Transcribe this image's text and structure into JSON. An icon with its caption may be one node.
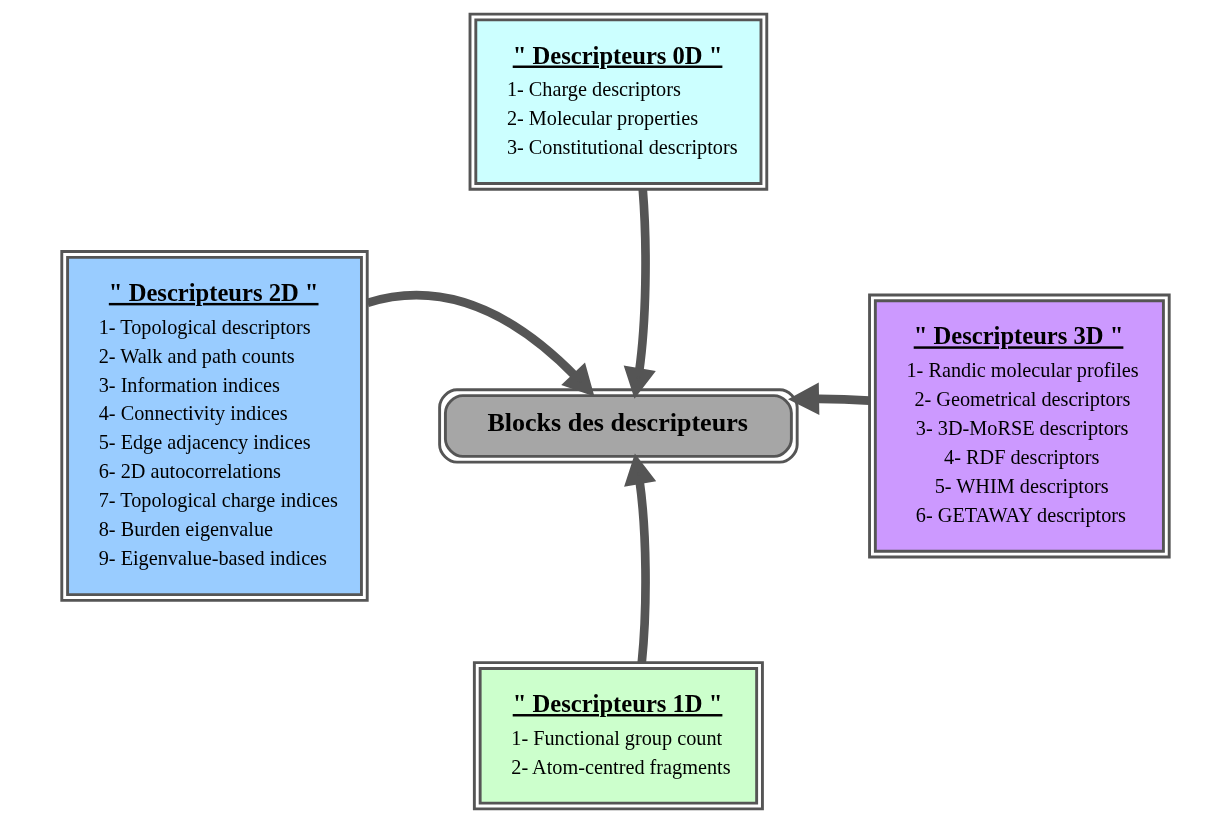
{
  "diagram": {
    "nodes": [
      {
        "text": [
          "Blocks des descripteurs"
        ]
      },
      {
        "text": [
          "\" Descripteurs 0D \"",
          "1- Charge descriptors",
          "2- Molecular properties",
          "3- Constitutional descriptors"
        ]
      },
      {
        "text": [
          "\" Descripteurs 2D \"",
          "1- Topological descriptors",
          "2- Walk and path counts",
          "3- Information indices",
          "4- Connectivity indices",
          "5- Edge adjacency indices",
          "6- 2D autocorrelations",
          "7- Topological charge indices",
          "8- Burden eigenvalue",
          "9- Eigenvalue-based indices"
        ]
      },
      {
        "text": [
          "\" Descripteurs 3D \"",
          "1- Randic molecular profiles",
          "2- Geometrical descriptors",
          "3- 3D-MoRSE descriptors",
          "4- RDF descriptors",
          "5- WHIM descriptors",
          "6- GETAWAY descriptors"
        ]
      },
      {
        "text": [
          "\" Descripteurs 1D \"",
          "1- Functional group count",
          "2- Atom-centred fragments"
        ]
      }
    ],
    "edges": [
      {
        "from": 1,
        "to": 0,
        "arrow": "to"
      },
      {
        "from": 2,
        "to": 0,
        "arrow": "to"
      },
      {
        "from": 3,
        "to": 0,
        "arrow": "to"
      },
      {
        "from": 4,
        "to": 0,
        "arrow": "to"
      }
    ]
  }
}
